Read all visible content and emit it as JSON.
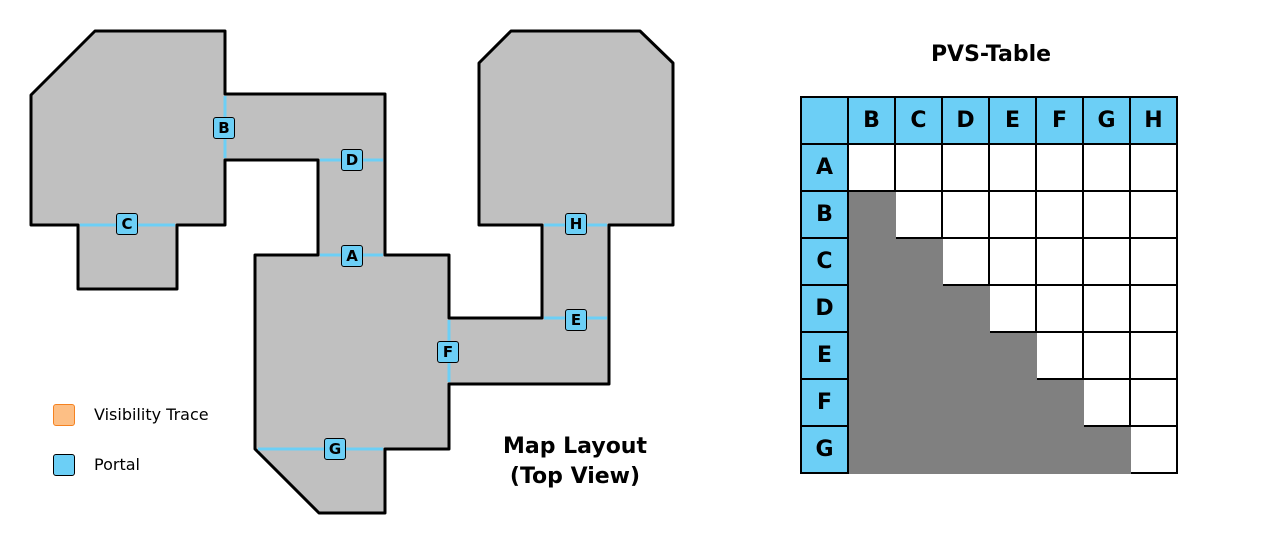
{
  "map": {
    "title_line1": "Map Layout",
    "title_line2": "(Top View)",
    "portals": [
      "A",
      "B",
      "C",
      "D",
      "E",
      "F",
      "G",
      "H"
    ]
  },
  "legend": {
    "trace_label": "Visibility Trace",
    "portal_label": "Portal"
  },
  "pvs": {
    "title": "PVS-Table",
    "columns": [
      "B",
      "C",
      "D",
      "E",
      "F",
      "G",
      "H"
    ],
    "rows": [
      "A",
      "B",
      "C",
      "D",
      "E",
      "F",
      "G"
    ],
    "cells": [
      [
        1,
        1,
        1,
        1,
        1,
        1,
        1
      ],
      [
        0,
        1,
        1,
        1,
        1,
        1,
        1
      ],
      [
        0,
        0,
        1,
        1,
        1,
        1,
        1
      ],
      [
        0,
        0,
        0,
        1,
        1,
        1,
        1
      ],
      [
        0,
        0,
        0,
        0,
        1,
        1,
        1
      ],
      [
        0,
        0,
        0,
        0,
        0,
        1,
        1
      ],
      [
        0,
        0,
        0,
        0,
        0,
        0,
        1
      ]
    ]
  },
  "colors": {
    "portal": "#6ccff6",
    "trace": "#fdbf85",
    "trace_border": "#f58220",
    "floor": "#c0c0c0",
    "hidden": "#808080"
  }
}
